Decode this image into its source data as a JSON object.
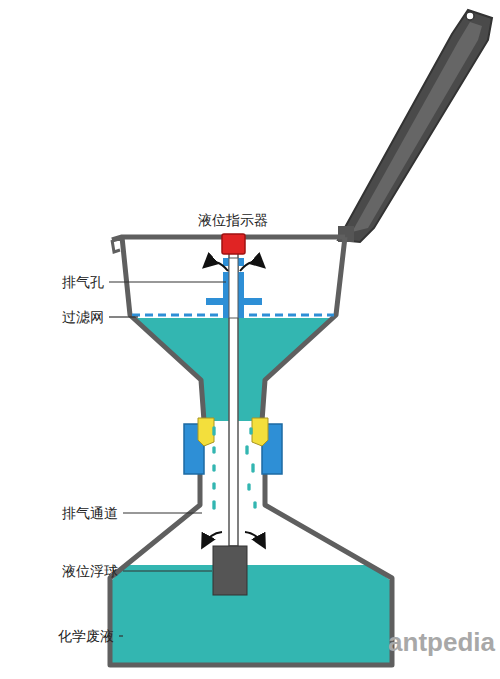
{
  "diagram": {
    "labels": [
      "液位指示器",
      "排气孔",
      "过滤网",
      "排气通道",
      "液位浮球",
      "化学废液",
      "antpedia"
    ]
  }
}
